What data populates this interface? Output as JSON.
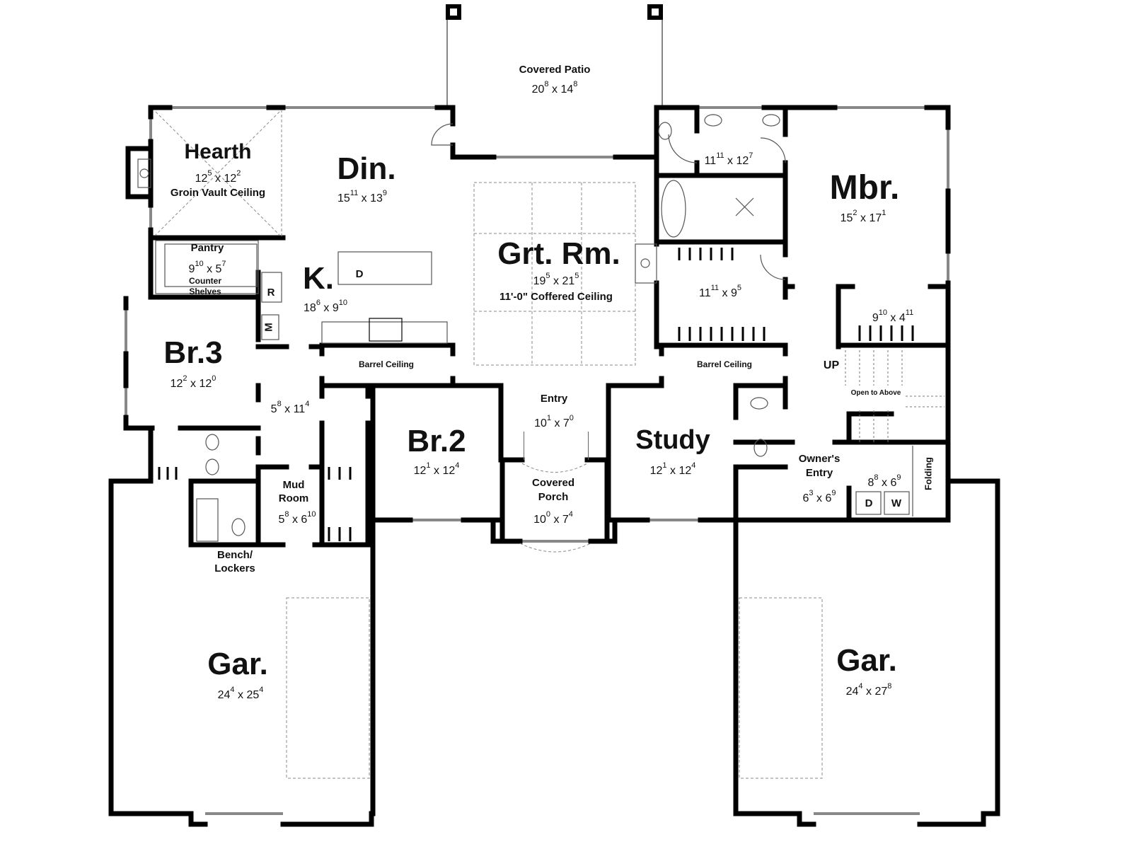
{
  "rooms": {
    "covered_patio": {
      "name": "Covered Patio",
      "w": "20",
      "w_in": "8",
      "l": "14",
      "l_in": "8"
    },
    "hearth": {
      "name": "Hearth",
      "w": "12",
      "w_in": "5",
      "l": "12",
      "l_in": "2",
      "note": "Groin Vault Ceiling"
    },
    "dining": {
      "name": "Din.",
      "w": "15",
      "w_in": "11",
      "l": "13",
      "l_in": "9"
    },
    "pantry": {
      "name": "Pantry",
      "w": "9",
      "w_in": "10",
      "l": "5",
      "l_in": "7",
      "note1": "Counter",
      "note2": "Shelves"
    },
    "kitchen": {
      "name": "K.",
      "w": "18",
      "w_in": "6",
      "l": "9",
      "l_in": "10"
    },
    "great_room": {
      "name": "Grt. Rm.",
      "w": "19",
      "w_in": "5",
      "l": "21",
      "l_in": "5",
      "note": "11'-0\" Coffered Ceiling"
    },
    "master_bath": {
      "w": "11",
      "w_in": "11",
      "l": "12",
      "l_in": "7"
    },
    "master_bedroom": {
      "name": "Mbr.",
      "w": "15",
      "w_in": "2",
      "l": "17",
      "l_in": "1"
    },
    "walk_in_closet": {
      "w": "11",
      "w_in": "11",
      "l": "9",
      "l_in": "5"
    },
    "closet_2": {
      "w": "9",
      "w_in": "10",
      "l": "4",
      "l_in": "11"
    },
    "bedroom_3": {
      "name": "Br.3",
      "w": "12",
      "w_in": "2",
      "l": "12",
      "l_in": "0"
    },
    "hall": {
      "w": "5",
      "w_in": "8",
      "l": "11",
      "l_in": "4"
    },
    "mud_room": {
      "name1": "Mud",
      "name2": "Room",
      "w": "5",
      "w_in": "8",
      "l": "6",
      "l_in": "10"
    },
    "bench": {
      "line1": "Bench/",
      "line2": "Lockers"
    },
    "bedroom_2": {
      "name": "Br.2",
      "w": "12",
      "w_in": "1",
      "l": "12",
      "l_in": "4"
    },
    "entry": {
      "name": "Entry",
      "w": "10",
      "w_in": "1",
      "l": "7",
      "l_in": "0"
    },
    "covered_porch": {
      "name1": "Covered",
      "name2": "Porch",
      "w": "10",
      "w_in": "0",
      "l": "7",
      "l_in": "4"
    },
    "study": {
      "name": "Study",
      "w": "12",
      "w_in": "1",
      "l": "12",
      "l_in": "4"
    },
    "owners_entry": {
      "name1": "Owner's",
      "name2": "Entry",
      "w": "6",
      "w_in": "3",
      "l": "6",
      "l_in": "9"
    },
    "laundry": {
      "w": "8",
      "w_in": "8",
      "l": "6",
      "l_in": "9",
      "folding": "Folding",
      "dryer": "D",
      "washer": "W"
    },
    "garage_left": {
      "name": "Gar.",
      "w": "24",
      "w_in": "4",
      "l": "25",
      "l_in": "4"
    },
    "garage_right": {
      "name": "Gar.",
      "w": "24",
      "w_in": "4",
      "l": "27",
      "l_in": "8"
    }
  },
  "labels": {
    "barrel_ceiling_left": "Barrel Ceiling",
    "barrel_ceiling_right": "Barrel Ceiling",
    "stairs_up": "UP",
    "open_to_above": "Open to Above",
    "refrigerator": "R",
    "microwave": "M",
    "dishwasher": "D"
  },
  "colors": {
    "wall": "#000000",
    "fixture": "#555555",
    "dashed": "#888888"
  }
}
